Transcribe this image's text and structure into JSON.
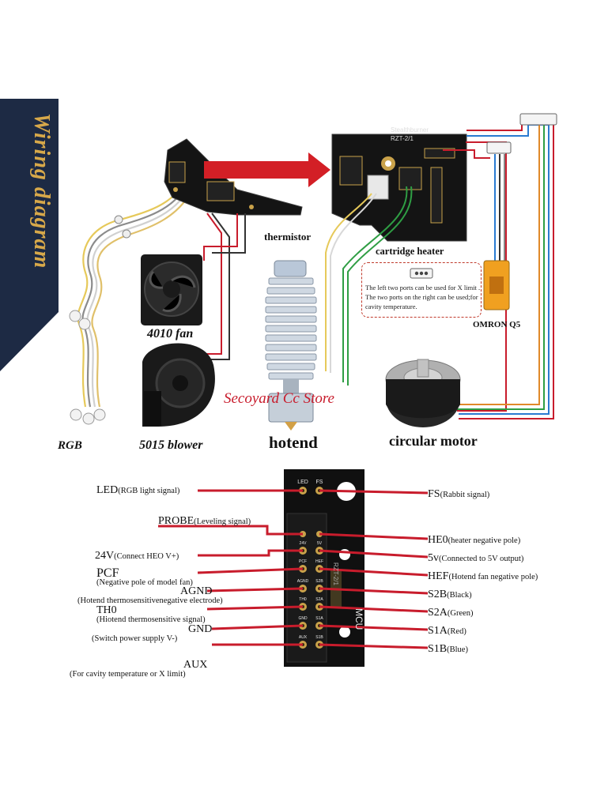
{
  "banner": {
    "text": "Wiring diagram",
    "color": "#d7a84a",
    "bg": "#1d2a44"
  },
  "labels": {
    "thermistor": "thermistor",
    "cartridge_heater": "cartridge heater",
    "fan_4010": "4010 fan",
    "blower_5015": "5015 blower",
    "hotend": "hotend",
    "circular_motor": "circular motor",
    "rgb": "RGB",
    "omron": "OMRON Q5",
    "note": "The left two ports can be used for X limit . The two ports on the right can be used;for cavity temperature."
  },
  "board_top": {
    "line1": "Stealthburner",
    "line2": "RZT-2/1"
  },
  "watermark": "Secoyard Cc Store",
  "mcu_board": {
    "label": "MCU",
    "brand": "RZT-2/1"
  },
  "pins_left": [
    {
      "name": "LED",
      "desc": "(RGB light signal)"
    },
    {
      "name": "PROBE",
      "desc": "(Leveling signal)"
    },
    {
      "name": "24V",
      "desc": "(Connect HEO V+)"
    },
    {
      "name": "PCF",
      "desc": "(Negative pole of model fan)"
    },
    {
      "name": "AGND",
      "desc": "(Hotend thermosensitivenegative electrode)"
    },
    {
      "name": "TH0",
      "desc": "(Hiotend thermosensitive signal)"
    },
    {
      "name": "GND",
      "desc": "(Switch power supply V-)"
    },
    {
      "name": "AUX",
      "desc": "(For cavity temperature or X limit)"
    }
  ],
  "pins_right": [
    {
      "name": "FS",
      "desc": "(Rabbit signal)"
    },
    {
      "name": "HE0",
      "desc": "(heater negative pole)"
    },
    {
      "name": "5v",
      "desc": "(Connected to 5V output)"
    },
    {
      "name": "HEF",
      "desc": "(Hotend fan negative pole)"
    },
    {
      "name": "S2B",
      "desc": "(Black)"
    },
    {
      "name": "S2A",
      "desc": "(Green)"
    },
    {
      "name": "S1A",
      "desc": "(Red)"
    },
    {
      "name": "S1B",
      "desc": "(Blue)"
    }
  ],
  "board_pin_labels": [
    "LED",
    "FS",
    "24V",
    "5V",
    "PCF",
    "HEF",
    "AGND",
    "S2B",
    "TH0",
    "S2A",
    "GND",
    "S1A",
    "AUX",
    "S1B"
  ],
  "colors": {
    "wire_red": "#c81c2c",
    "arrow_red": "#d31f26",
    "pcb": "#141414",
    "gold": "#c9a24a"
  }
}
